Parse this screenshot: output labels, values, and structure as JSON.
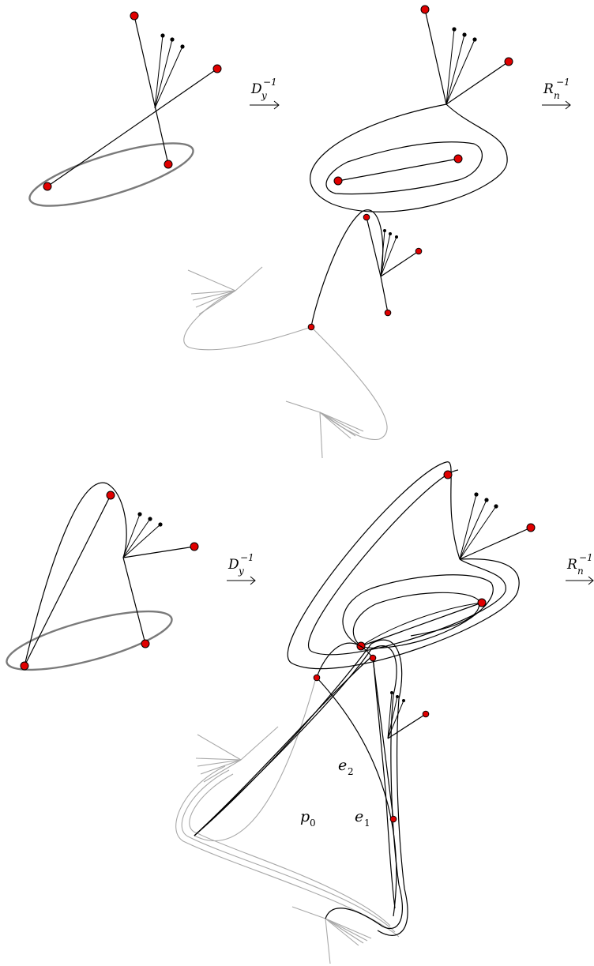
{
  "diagram": {
    "colors": {
      "puncture_fill": "#e00000",
      "strand": "#000000",
      "faded_strand": "#a8a8a8",
      "base_ellipse": "#7a7a7a"
    },
    "arrows": [
      {
        "id": "top-dy",
        "base": "D",
        "sub": "y",
        "sup": "−1"
      },
      {
        "id": "top-rn",
        "base": "R",
        "sub": "n",
        "sup": "−1"
      },
      {
        "id": "bottom-dy",
        "base": "D",
        "sub": "y",
        "sup": "−1"
      },
      {
        "id": "bottom-rn",
        "base": "R",
        "sub": "n",
        "sup": "−1"
      }
    ],
    "labels": {
      "p0_base": "p",
      "p0_sub": "0",
      "e1_base": "e",
      "e1_sub": "1",
      "e2_base": "e",
      "e2_sub": "2"
    }
  }
}
